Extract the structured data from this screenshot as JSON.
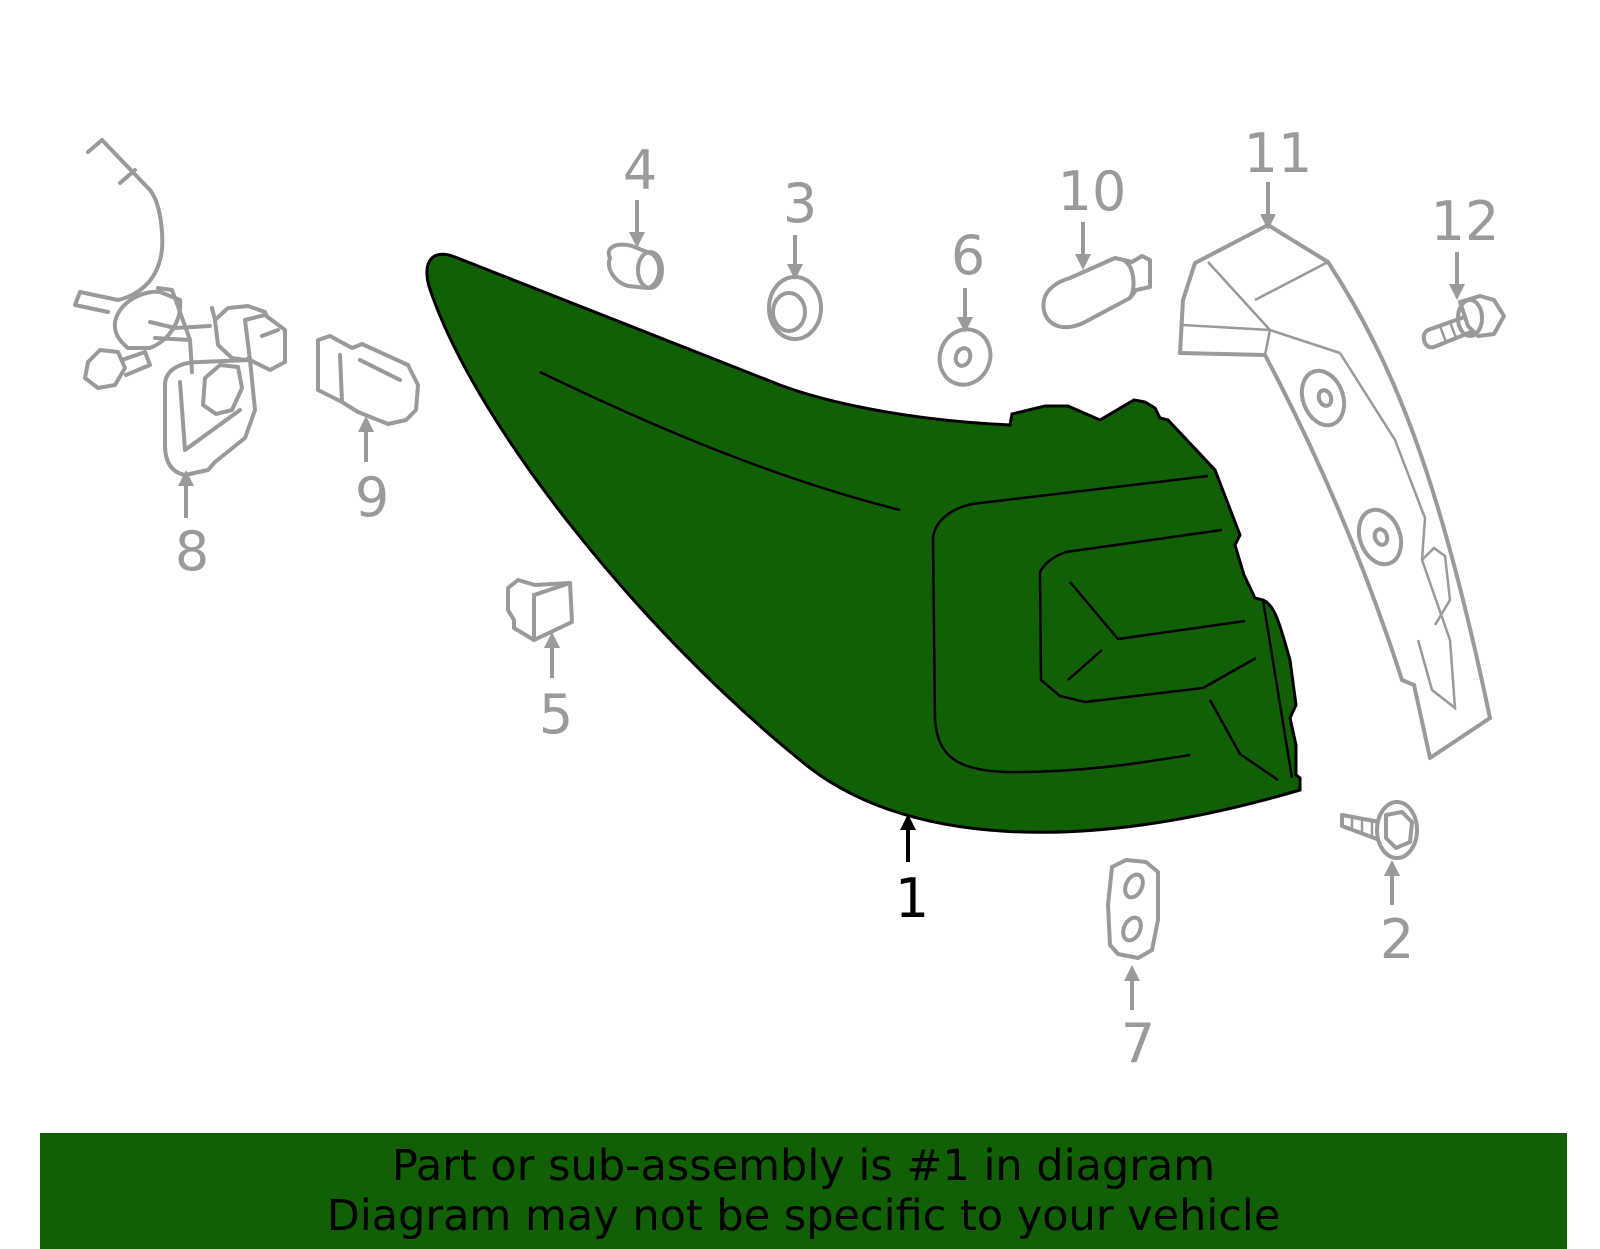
{
  "colors": {
    "highlight": "#116006",
    "part_outline": "#9a9a9a",
    "main_outline": "#000000"
  },
  "callouts": {
    "c1": "1",
    "c2": "2",
    "c3": "3",
    "c4": "4",
    "c5": "5",
    "c6": "6",
    "c7": "7",
    "c8": "8",
    "c9": "9",
    "c10": "10",
    "c11": "11",
    "c12": "12"
  },
  "banner": {
    "line1": "Part or sub-assembly is #1 in diagram",
    "line2": "Diagram may not be specific to your vehicle"
  }
}
